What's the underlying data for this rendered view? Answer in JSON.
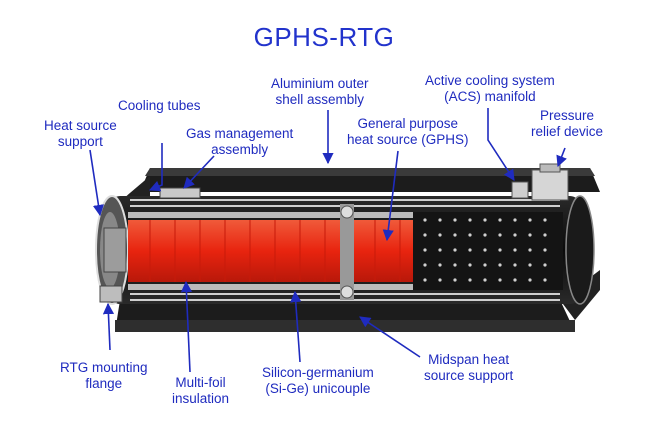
{
  "title": "GPHS-RTG",
  "colors": {
    "label": "#1f2bbf",
    "title": "#2233cc",
    "heat_source": "#e8240f",
    "fins": "#1c1c1c",
    "body": "#111111"
  },
  "labels": {
    "cooling_tubes": "Cooling tubes",
    "heat_source_support": "Heat source\nsupport",
    "gas_management": "Gas management\nassembly",
    "aluminium_shell": "Aluminium outer\nshell assembly",
    "general_purpose": "General purpose\nheat source (GPHS)",
    "acs_manifold": "Active cooling system\n(ACS) manifold",
    "pressure_relief": "Pressure\nrelief device",
    "mounting_flange": "RTG mounting\nflange",
    "multifoil": "Multi-foil\ninsulation",
    "unicouple": "Silicon-germanium\n(Si-Ge) unicouple",
    "midspan": "Midspan heat\nsource support"
  }
}
